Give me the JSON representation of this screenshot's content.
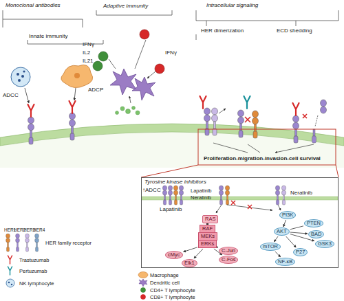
{
  "diagram": {
    "nodes": [
      {
        "text": [
          "Tyrosine kinase inhibitors"
        ]
      },
      {
        "text": [
          "RAS"
        ],
        "in": 0
      },
      {
        "text": [
          "RAF"
        ],
        "in": 0
      },
      {
        "text": [
          "MEKs"
        ],
        "in": 0
      },
      {
        "text": [
          "ERKs"
        ],
        "in": 0
      },
      {
        "text": [
          "cMyc"
        ],
        "in": 0
      },
      {
        "text": [
          "Elk1"
        ],
        "in": 0
      },
      {
        "text": [
          "C-Jun"
        ],
        "in": 0
      },
      {
        "text": [
          "C-Fos"
        ],
        "in": 0
      },
      {
        "text": [
          "PI3K"
        ],
        "in": 0
      },
      {
        "text": [
          "PTEN"
        ],
        "in": 0
      },
      {
        "text": [
          "AKT"
        ],
        "in": 0
      },
      {
        "text": [
          "BAD"
        ],
        "in": 0
      },
      {
        "text": [
          "GSK3"
        ],
        "in": 0
      },
      {
        "text": [
          "mTOR"
        ],
        "in": 0
      },
      {
        "text": [
          "P27"
        ],
        "in": 0
      },
      {
        "text": [
          "NF-κB"
        ],
        "in": 0
      }
    ],
    "edges": [
      {
        "from": 1,
        "to": 2,
        "arrow": "to"
      },
      {
        "from": 2,
        "to": 3,
        "arrow": "to"
      },
      {
        "from": 3,
        "to": 4,
        "arrow": "to"
      },
      {
        "from": 4,
        "to": 5,
        "arrow": "to"
      },
      {
        "from": 4,
        "to": 6,
        "arrow": "to"
      },
      {
        "from": 4,
        "to": 7,
        "arrow": "to"
      },
      {
        "from": 4,
        "to": 8,
        "arrow": "to"
      },
      {
        "from": 9,
        "to": 11,
        "arrow": "to"
      },
      {
        "from": 10,
        "to": 11,
        "arrow": "none"
      },
      {
        "from": 11,
        "to": 12,
        "arrow": "to"
      },
      {
        "from": 11,
        "to": 13,
        "arrow": "to"
      },
      {
        "from": 11,
        "to": 14,
        "arrow": "to"
      },
      {
        "from": 11,
        "to": 15,
        "arrow": "to"
      },
      {
        "from": 14,
        "to": 16,
        "arrow": "to"
      }
    ],
    "labels": [
      "Monoclonal antibodies",
      "Innate immunity",
      "ADCC",
      "ADCP",
      "Adaptive immunity",
      "IFNγ",
      "IL2",
      "IL21",
      "IFNγ",
      "Intracellular signaling",
      "HER dimerization",
      "ECD shedding",
      "Proliferation-migration-invasion-cell survival",
      "↑ADCC",
      "Lapatinib",
      "Lapatinib Neratinib",
      "Neratinib",
      "HER1",
      "HER2",
      "HER3",
      "HER4"
    ],
    "legend": [
      {
        "text": "HER family receptor"
      },
      {
        "text": "Trastuzumab"
      },
      {
        "text": "Pertuzumab"
      },
      {
        "text": "NK lymphocyte"
      },
      {
        "text": "Macrophage"
      },
      {
        "text": "Dendritic cell"
      },
      {
        "text": "CD4+ T lymphocyte"
      },
      {
        "text": "CD8+ T lymphocyte"
      }
    ]
  }
}
